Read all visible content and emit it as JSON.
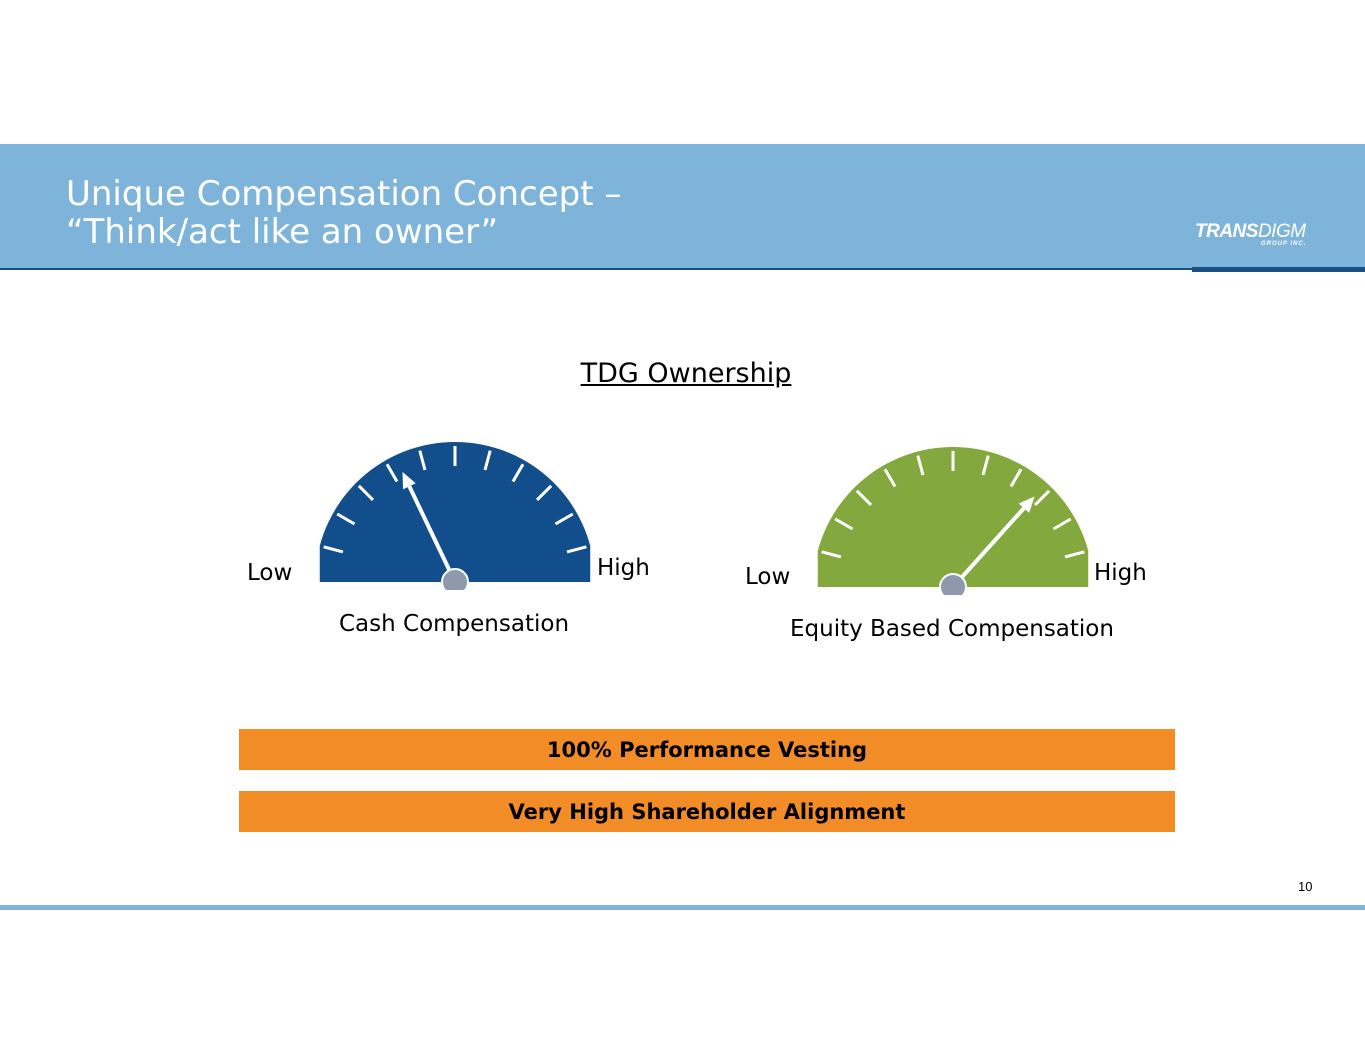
{
  "header": {
    "title_line1": "Unique Compensation Concept –",
    "title_line2": "“Think/act like an owner”",
    "logo_main_strong": "TRANS",
    "logo_main_light": "DIGM",
    "logo_sub": "GROUP INC."
  },
  "section_title": "TDG Ownership",
  "gauges": [
    {
      "label": "Cash Compensation",
      "low_label": "Low",
      "high_label": "High",
      "level": 0.33,
      "color": "#134e8c"
    },
    {
      "label": "Equity Based Compensation",
      "low_label": "Low",
      "high_label": "High",
      "level": 0.78,
      "color": "#83a83d"
    }
  ],
  "highlights": [
    "100% Performance Vesting",
    "Very High Shareholder Alignment"
  ],
  "page_number": "10",
  "colors": {
    "header_band": "#7fb4da",
    "accent_navy": "#1a4e86",
    "highlight_bar": "#f28c27",
    "needle_hub": "#8e9aab"
  }
}
